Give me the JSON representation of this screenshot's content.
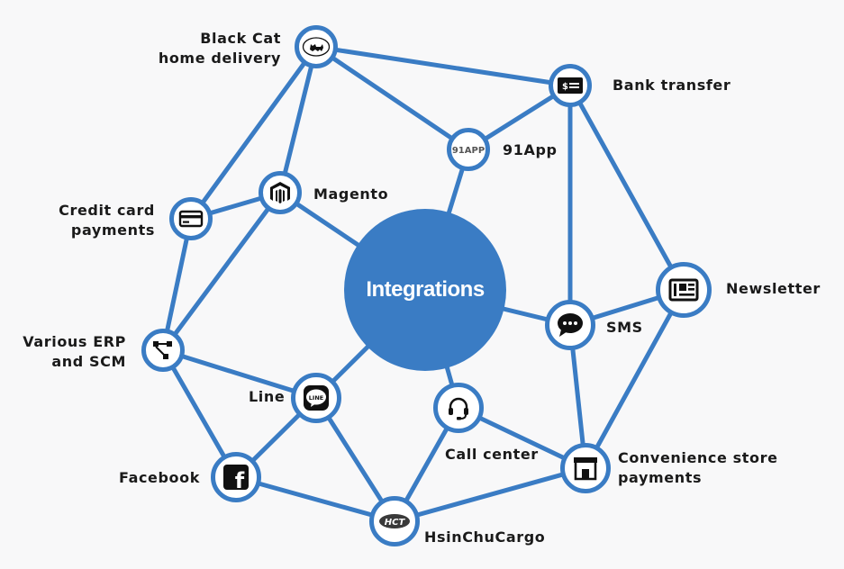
{
  "center": {
    "label": "Integrations",
    "color": "#3a7cc4"
  },
  "nodes": {
    "black_cat": {
      "lines": [
        "Black Cat",
        "home delivery"
      ],
      "icon": "black-cat-logo-icon"
    },
    "bank": {
      "lines": [
        "Bank transfer"
      ],
      "icon": "bank-transfer-icon"
    },
    "app91": {
      "lines": [
        "91App"
      ],
      "icon": "91app-logo-icon",
      "logo_text": "91APP"
    },
    "magento": {
      "lines": [
        "Magento"
      ],
      "icon": "magento-logo-icon"
    },
    "credit": {
      "lines": [
        "Credit card",
        "payments"
      ],
      "icon": "credit-card-icon"
    },
    "newsletter": {
      "lines": [
        "Newsletter"
      ],
      "icon": "newsletter-icon"
    },
    "sms": {
      "lines": [
        "SMS"
      ],
      "icon": "sms-chat-icon"
    },
    "erp": {
      "lines": [
        "Various ERP",
        "and SCM"
      ],
      "icon": "workflow-icon"
    },
    "line": {
      "lines": [
        "Line"
      ],
      "icon": "line-app-icon",
      "logo_text": "LINE"
    },
    "call": {
      "lines": [
        "Call center"
      ],
      "icon": "headset-icon"
    },
    "convenience": {
      "lines": [
        "Convenience store",
        "payments"
      ],
      "icon": "storefront-icon"
    },
    "facebook": {
      "lines": [
        "Facebook"
      ],
      "icon": "facebook-icon",
      "logo_text": "f"
    },
    "hct": {
      "lines": [
        "HsinChuCargo"
      ],
      "icon": "hct-logo-icon",
      "logo_text": "HCT"
    }
  },
  "colors": {
    "edge": "#3a7cc4",
    "background": "#f8f8f9",
    "label": "#1a1a1a"
  }
}
